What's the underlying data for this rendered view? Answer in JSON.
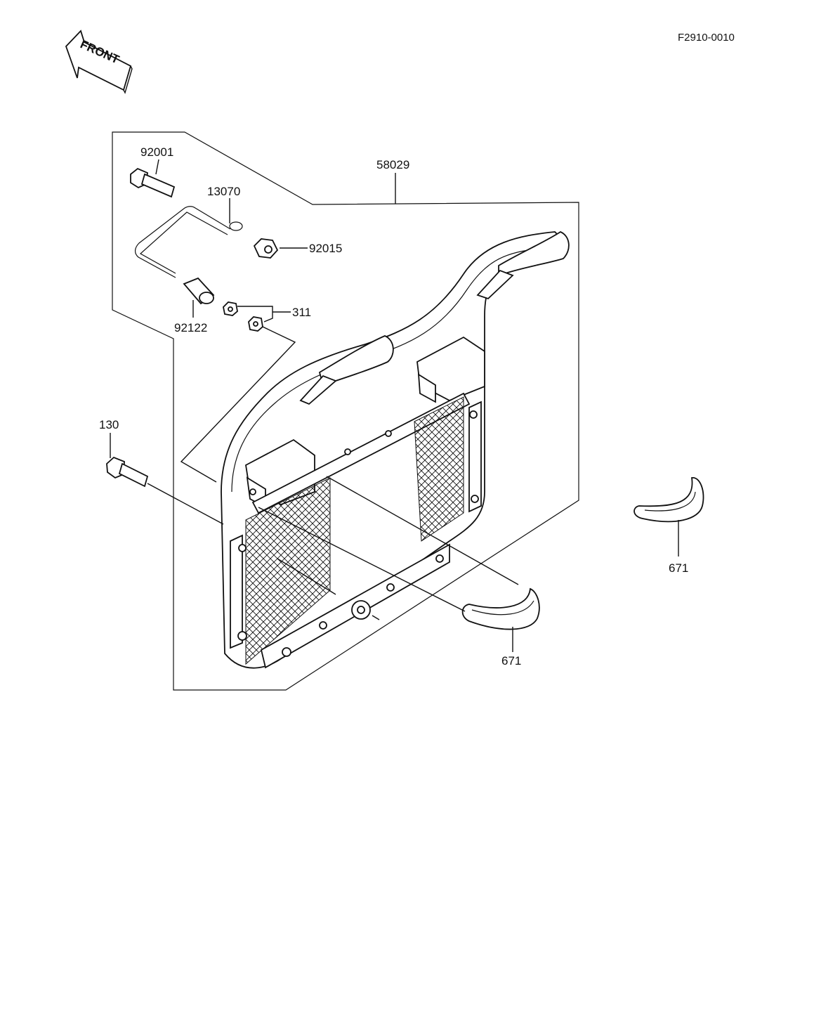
{
  "diagram": {
    "code": "F2910-0010",
    "front_label": "FRONT",
    "labels": {
      "p92001": "92001",
      "p13070": "13070",
      "p58029": "58029",
      "p92015": "92015",
      "p92122": "92122",
      "p311": "311",
      "p130": "130",
      "p671_right": "671",
      "p671_center": "671"
    }
  }
}
